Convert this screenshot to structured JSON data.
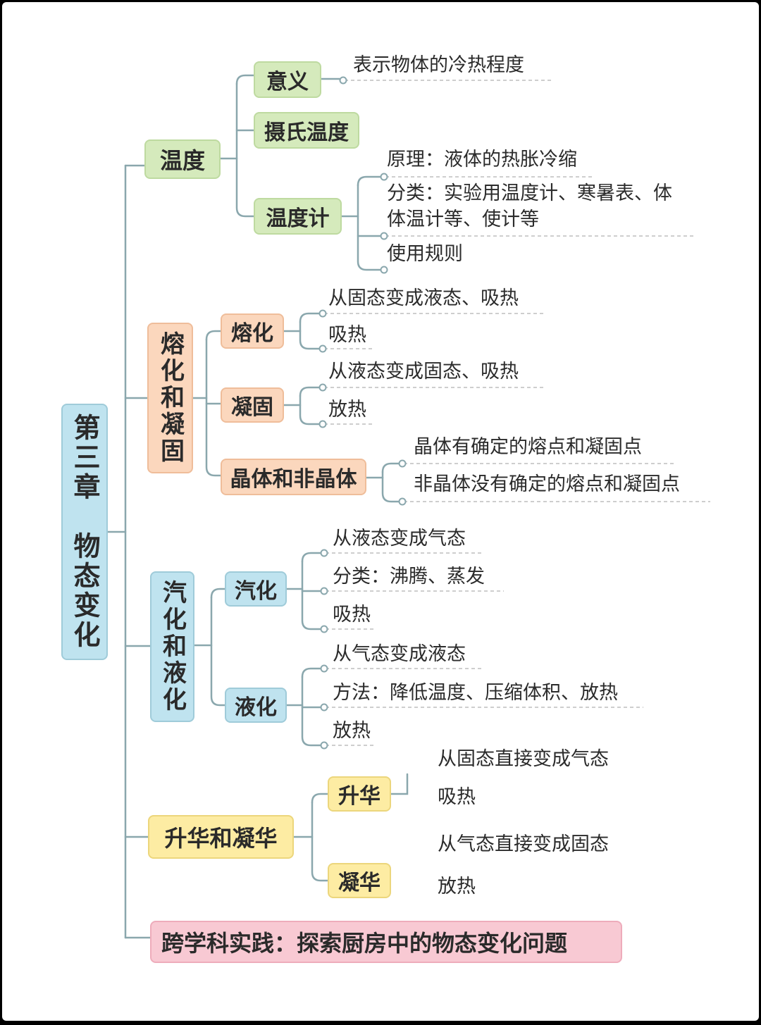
{
  "colors": {
    "line": "#8aa7ad",
    "dash": "#bdbdbd",
    "blue_fill": "#bfe3ef",
    "blue_border": "#9fcbd9",
    "green_fill": "#d5eabc",
    "green_border": "#bedaa0",
    "orange_fill": "#fbd7bd",
    "orange_border": "#efbd9a",
    "yellow_fill": "#fdeca3",
    "yellow_border": "#ecd67c",
    "pink_fill": "#f8c9d3",
    "pink_border": "#eeacbb"
  },
  "root": {
    "label": "第三章　物态变化"
  },
  "temperature": {
    "label": "温度",
    "meaning": {
      "label": "意义",
      "leaf": "表示物体的冷热程度"
    },
    "celsius": {
      "label": "摄氏温度"
    },
    "thermometer": {
      "label": "温度计",
      "principle": "原理：液体的热胀冷缩",
      "types_line1": "分类：实验用温度计、寒暑表、体",
      "types_line2": "体温计等、使计等",
      "usage": "使用规则"
    }
  },
  "melting_group": {
    "label": "熔化和凝固",
    "melting": {
      "label": "熔化",
      "leaves": [
        "从固态变成液态、吸热",
        "吸热"
      ]
    },
    "solidifying": {
      "label": "凝固",
      "leaves": [
        "从液态变成固态、吸热",
        "放热"
      ]
    },
    "crystal": {
      "label": "晶体和非晶体",
      "leaves": [
        "晶体有确定的熔点和凝固点",
        "非晶体没有确定的熔点和凝固点"
      ]
    }
  },
  "vapor_group": {
    "label": "汽化和液化",
    "vaporization": {
      "label": "汽化",
      "leaves": [
        "从液态变成气态",
        "分类：沸腾、蒸发",
        "吸热"
      ]
    },
    "liquefaction": {
      "label": "液化",
      "leaves": [
        "从气态变成液态",
        "方法：降低温度、压缩体积、放热",
        "放热"
      ]
    }
  },
  "sublimation_group": {
    "label": "升华和凝华",
    "sublimation": {
      "label": "升华",
      "leaves": [
        "从固态直接变成气态",
        "吸热"
      ]
    },
    "deposition": {
      "label": "凝华",
      "leaves": [
        "从气态直接变成固态",
        "放热"
      ]
    }
  },
  "practice": {
    "label": "跨学科实践：探索厨房中的物态变化问题"
  }
}
